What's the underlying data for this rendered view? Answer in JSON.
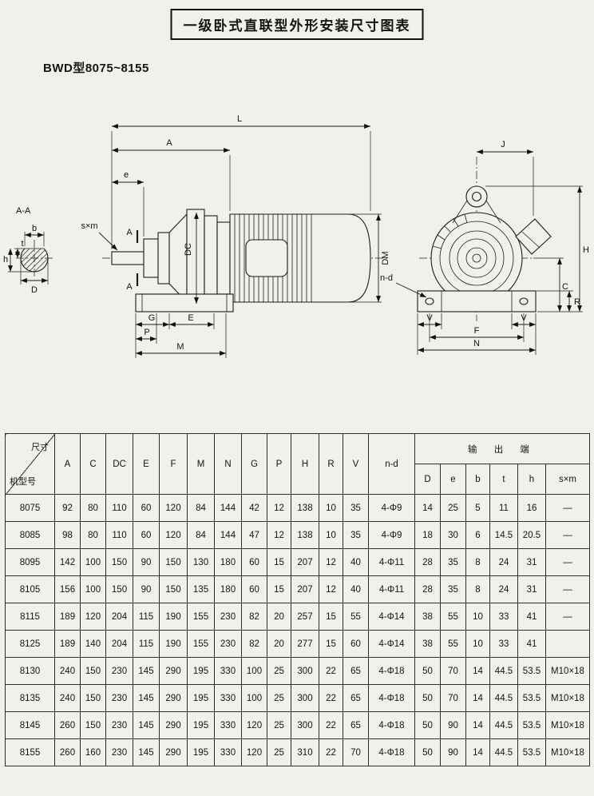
{
  "page": {
    "title": "一级卧式直联型外形安装尺寸图表",
    "subtitle": "BWD型8075~8155"
  },
  "drawing": {
    "labels": {
      "section_name": "A-A",
      "section_mark": "A",
      "L": "L",
      "A": "A",
      "e": "e",
      "sxm": "s×m",
      "DC": "DC",
      "DM": "DM",
      "b": "b",
      "t": "t",
      "h": "h",
      "D": "D",
      "G": "G",
      "E": "E",
      "P": "P",
      "M": "M",
      "J": "J",
      "n_d": "n-d",
      "V": "V",
      "F": "F",
      "N": "N",
      "H": "H",
      "C": "C",
      "R": "R"
    }
  },
  "table": {
    "corner": {
      "top": "尺寸",
      "bottom": "机型号"
    },
    "main_columns": [
      "A",
      "C",
      "DC",
      "E",
      "F",
      "M",
      "N",
      "G",
      "P",
      "H",
      "R",
      "V",
      "n-d"
    ],
    "group_header": "输 出 端",
    "sub_columns": [
      "D",
      "e",
      "b",
      "t",
      "h",
      "s×m"
    ],
    "rows": [
      {
        "model": "8075",
        "values": [
          "92",
          "80",
          "110",
          "60",
          "120",
          "84",
          "144",
          "42",
          "12",
          "138",
          "10",
          "35",
          "4-Φ9",
          "14",
          "25",
          "5",
          "11",
          "16",
          "—"
        ]
      },
      {
        "model": "8085",
        "values": [
          "98",
          "80",
          "110",
          "60",
          "120",
          "84",
          "144",
          "47",
          "12",
          "138",
          "10",
          "35",
          "4-Φ9",
          "18",
          "30",
          "6",
          "14.5",
          "20.5",
          "—"
        ]
      },
      {
        "model": "8095",
        "values": [
          "142",
          "100",
          "150",
          "90",
          "150",
          "130",
          "180",
          "60",
          "15",
          "207",
          "12",
          "40",
          "4-Φ11",
          "28",
          "35",
          "8",
          "24",
          "31",
          "—"
        ]
      },
      {
        "model": "8105",
        "values": [
          "156",
          "100",
          "150",
          "90",
          "150",
          "135",
          "180",
          "60",
          "15",
          "207",
          "12",
          "40",
          "4-Φ11",
          "28",
          "35",
          "8",
          "24",
          "31",
          "—"
        ]
      },
      {
        "model": "8115",
        "values": [
          "189",
          "120",
          "204",
          "115",
          "190",
          "155",
          "230",
          "82",
          "20",
          "257",
          "15",
          "55",
          "4-Φ14",
          "38",
          "55",
          "10",
          "33",
          "41",
          "—"
        ]
      },
      {
        "model": "8125",
        "values": [
          "189",
          "140",
          "204",
          "115",
          "190",
          "155",
          "230",
          "82",
          "20",
          "277",
          "15",
          "60",
          "4-Φ14",
          "38",
          "55",
          "10",
          "33",
          "41",
          ""
        ]
      },
      {
        "model": "8130",
        "values": [
          "240",
          "150",
          "230",
          "145",
          "290",
          "195",
          "330",
          "100",
          "25",
          "300",
          "22",
          "65",
          "4-Φ18",
          "50",
          "70",
          "14",
          "44.5",
          "53.5",
          "M10×18"
        ]
      },
      {
        "model": "8135",
        "values": [
          "240",
          "150",
          "230",
          "145",
          "290",
          "195",
          "330",
          "100",
          "25",
          "300",
          "22",
          "65",
          "4-Φ18",
          "50",
          "70",
          "14",
          "44.5",
          "53.5",
          "M10×18"
        ]
      },
      {
        "model": "8145",
        "values": [
          "260",
          "150",
          "230",
          "145",
          "290",
          "195",
          "330",
          "120",
          "25",
          "300",
          "22",
          "65",
          "4-Φ18",
          "50",
          "90",
          "14",
          "44.5",
          "53.5",
          "M10×18"
        ]
      },
      {
        "model": "8155",
        "values": [
          "260",
          "160",
          "230",
          "145",
          "290",
          "195",
          "330",
          "120",
          "25",
          "310",
          "22",
          "70",
          "4-Φ18",
          "50",
          "90",
          "14",
          "44.5",
          "53.5",
          "M10×18"
        ]
      }
    ]
  }
}
